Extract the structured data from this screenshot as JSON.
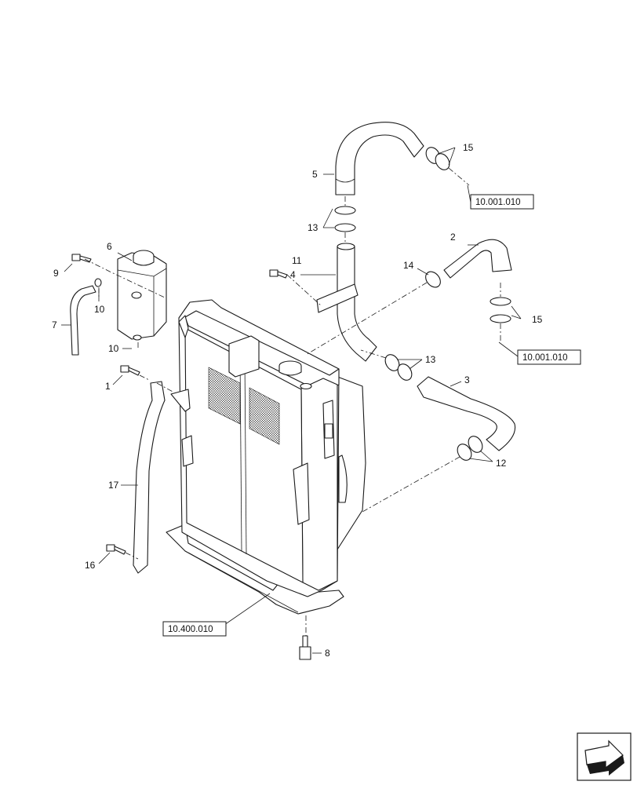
{
  "callouts": {
    "c1": "1",
    "c2": "2",
    "c3": "3",
    "c4": "4",
    "c5": "5",
    "c6": "6",
    "c7": "7",
    "c8": "8",
    "c9": "9",
    "c10a": "10",
    "c10b": "10",
    "c11": "11",
    "c12": "12",
    "c13a": "13",
    "c13b": "13",
    "c14": "14",
    "c15a": "15",
    "c15b": "15",
    "c16": "16",
    "c17": "17"
  },
  "references": {
    "ref_top": "10.001.010",
    "ref_mid": "10.001.010",
    "ref_bottom": "10.400.010"
  },
  "nav_icon": "next-page-arrow-icon"
}
